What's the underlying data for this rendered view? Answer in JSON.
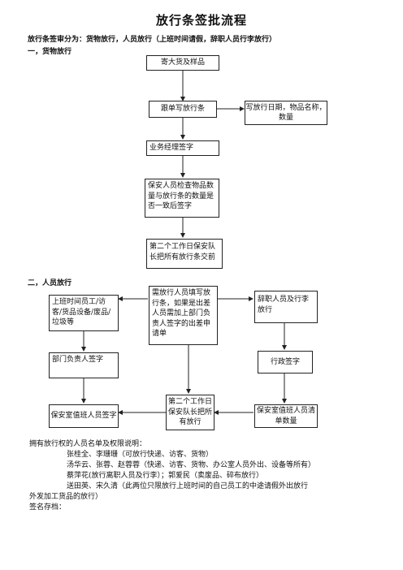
{
  "doc": {
    "title": "放行条签批流程",
    "intro": "放行条签审分为：货物放行，人员放行（上班时间请假，辞职人员行李放行）",
    "section1": "一，货物放行",
    "section2": "二，人员放行"
  },
  "goods_flow": {
    "step1": "寄大货及样品",
    "step2": "跟单写放行条",
    "side_note": "写放行日期，物品名称，数量",
    "step3": "业务经理签字",
    "step4": "保安人员检查物品数量与放行条的数量是否一致后签字",
    "step5": "第二个工作日保安队长把所有放行条交前"
  },
  "people_flow": {
    "left_top": "上班时间员工/访客/货品设备/废品/垃圾等",
    "center_top": "需放行人员填写放行条，如果是出差人员需加上部门负责人签字的出差申请单",
    "right_top": "辞职人员及行李放行",
    "left_mid": "部门负责人签字",
    "right_mid": "行政签字",
    "left_bottom": "保安室值班人员签字",
    "center_bottom": "第二个工作日保安队长把所有放行",
    "right_bottom": "保安室值班人员清单数量"
  },
  "notes": {
    "heading": "拥有放行权的人员名单及权限说明：",
    "line1": "张桂全、李珊珊（可放行快递、访客、货物）",
    "line2": "汤华云、张蓉、赵蓉蓉（快递、访客、货物、办公室人员外出、设备等所有）",
    "line3": "蔡萍花(放行离职人员及行李）；郭爱民（卖废品、碎布放行）",
    "line4a": "送田英、宋久清（此两位只限放行上班时间的自己员工的中途请假外出放行",
    "line4b": "外发加工货品的放行）",
    "archive": "签名存档："
  }
}
